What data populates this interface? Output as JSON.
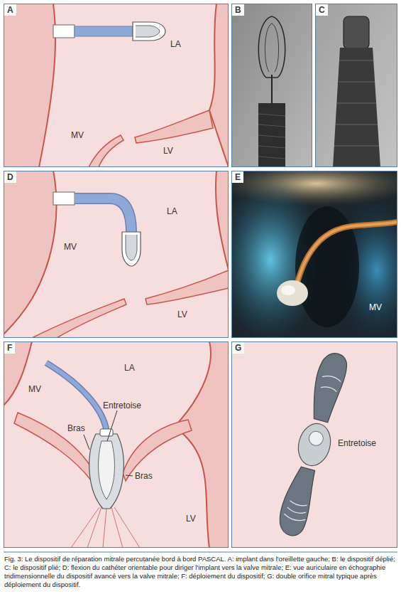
{
  "diagram": {
    "caption": "Fig. 3: Le dispositif de réparation mitrale percutanée bord à bord PASCAL. A: implant dans l'oreillette gauche; B: le dispositif déplié; C: le dispositif plié; D: flexion du cathéter orientable pour diriger l'implant vers la valve mitrale; E: vue auriculaire en échographie tridimensionnelle du dispositif avancé vers la valve mitrale; F: déploiement du dispositif; G: double orifice mitral typique après déploiement du dispositif.",
    "labels": [
      "A",
      "LA",
      "MV",
      "LV",
      "B",
      "C",
      "D",
      "LA",
      "MV",
      "LV",
      "E",
      "MV",
      "F",
      "LA",
      "MV",
      "Entretoise",
      "Bras",
      "Bras",
      "LV",
      "G",
      "Entretoise"
    ]
  }
}
